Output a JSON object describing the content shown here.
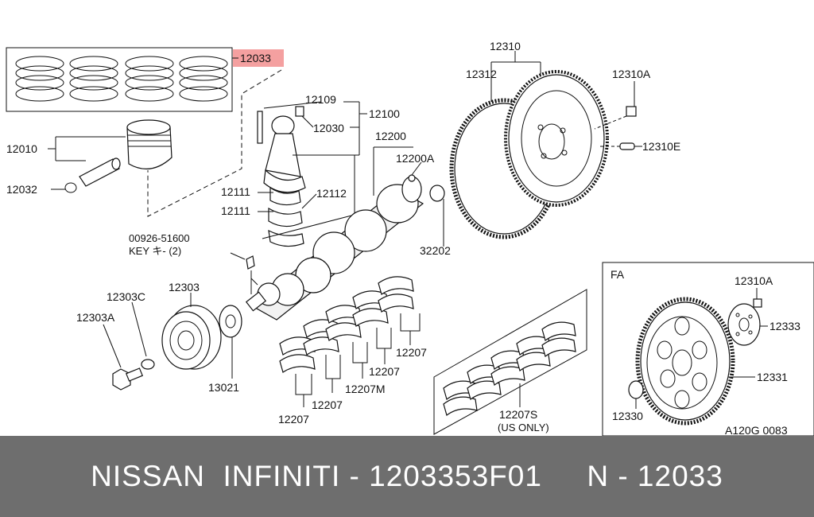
{
  "labels": {
    "l12033": "12033",
    "l12010": "12010",
    "l12032": "12032",
    "l12109": "12109",
    "l12100": "12100",
    "l12030": "12030",
    "l12200": "12200",
    "l12200A": "12200A",
    "l12111a": "12111",
    "l12111b": "12111",
    "l12112": "12112",
    "l00926": "00926-51600",
    "lkey": "KEY  キ-  (2)",
    "l32202": "32202",
    "l12303": "12303",
    "l12303C": "12303C",
    "l12303A": "12303A",
    "l13021": "13021",
    "l12207a": "12207",
    "l12207b": "12207",
    "l12207c": "12207",
    "l12207d": "12207",
    "l12207M": "12207M",
    "l12207S": "12207S",
    "lusonly": "(US ONLY)",
    "l12310": "12310",
    "l12312": "12312",
    "l12310A": "12310A",
    "l12310E": "12310E",
    "lFA": "FA",
    "l12310A2": "12310A",
    "l12333": "12333",
    "l12331": "12331",
    "l12330": "12330",
    "lcode": "A120G 0083"
  },
  "highlight_color": "#f4a0a0",
  "footer": {
    "text": "NISSAN  INFINITI - 1203353F01     N - 12033"
  }
}
